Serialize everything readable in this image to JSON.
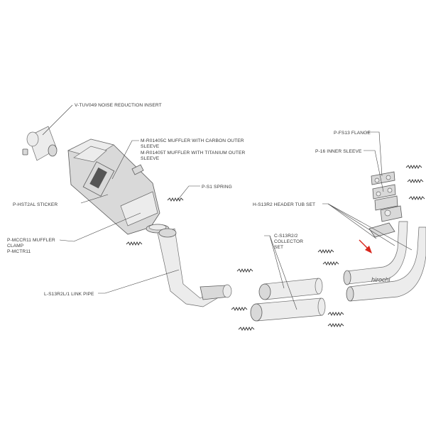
{
  "labels": {
    "noise_insert": "V-TUV049 NOISE REDUCTION INSERT",
    "muffler_carbon_1": "M-R01405C  MUFFLER WITH CARBON OUTER",
    "muffler_carbon_2": "SLEEVE",
    "muffler_titanium_1": "M-R01405T MUFFLER WITH TITANIUM OUTER",
    "muffler_titanium_2": "SLEEVE",
    "sticker": "P-HST2AL STICKER",
    "spring": "P-S1 SPRING",
    "clamp_1": "P-MCCR11 MUFFLER",
    "clamp_2": "CLAMP",
    "clamp_3": "P-MCTR11",
    "link_pipe": "L-S13R2L/1 LINK PIPE",
    "flange": "P-FS13 FLANGE",
    "inner_sleeve": "P-16 INNER SLEEVE",
    "header_set": "H-S13R2 HEADER TUB SET",
    "collector_1": "C-S13R2/2",
    "collector_2": "COLLECTOR",
    "collector_3": "SET"
  },
  "watermark": "hirochi",
  "colors": {
    "arrow": "#d9261c",
    "line": "#444444",
    "part_fill": "#d9d9d9"
  }
}
